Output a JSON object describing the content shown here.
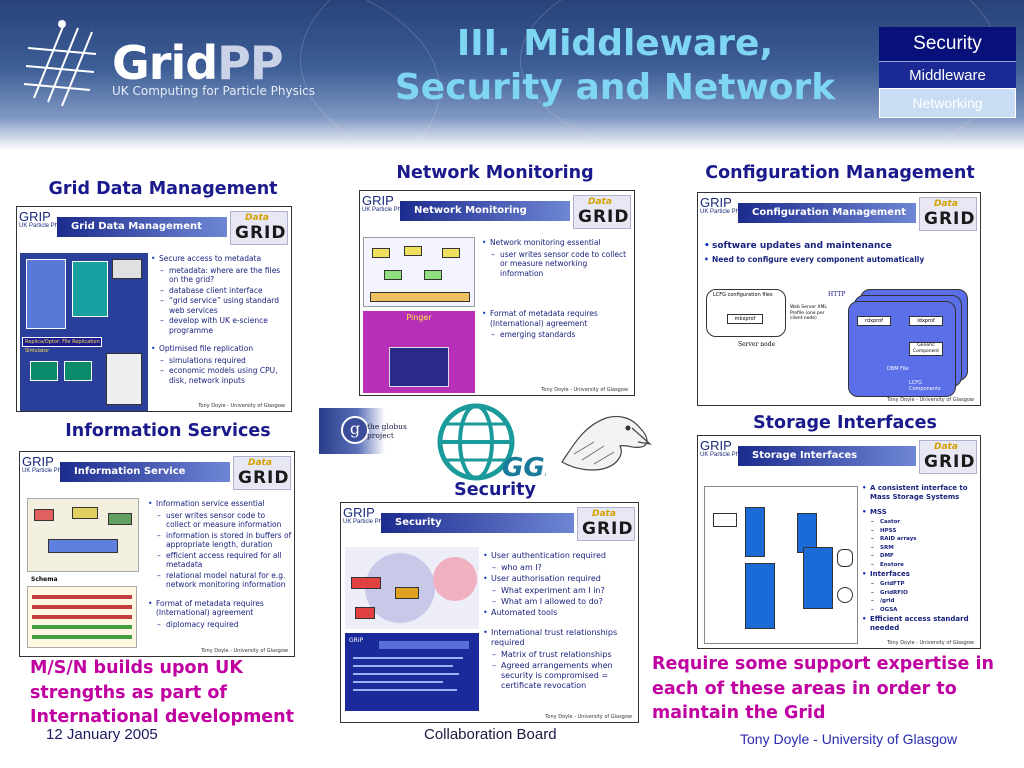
{
  "header": {
    "logo_word_a": "Grid",
    "logo_word_b": "PP",
    "logo_subtitle": "UK Computing for Particle Physics",
    "title_line1": "III. Middleware,",
    "title_line2": "Security and Network"
  },
  "nav": [
    "Security",
    "Middleware",
    "Networking"
  ],
  "sections": {
    "grid_data_management": "Grid Data Management",
    "network_monitoring": "Network Monitoring",
    "configuration_management": "Configuration Management",
    "information_services": "Information Services",
    "storage_interfaces": "Storage Interfaces",
    "security": "Security"
  },
  "slides": {
    "grip": "GRIP",
    "grip_sub": "UK Particle Physics",
    "data": "Data",
    "grid": "GRID",
    "credit": "Tony Doyle - University of Glasgow",
    "gdm": {
      "title": "Grid Data Management",
      "b1": "Secure access to metadata",
      "b1s": [
        "metadata: where are the files on the grid?",
        "database client interface",
        "“grid service” using standard web services",
        "develop with UK e-science programme"
      ],
      "b2": "Optimised file replication",
      "b2s": [
        "simulations required",
        "economic models using CPU, disk, network inputs"
      ],
      "diag": "Replica/Optor: File Replication Simulator"
    },
    "nm": {
      "title": "Network Monitoring",
      "b1": "Network monitoring essential",
      "b1s": [
        "user writes sensor code to collect or measure networking information"
      ],
      "b2": "Format of metadata requires (International) agreement",
      "b2s": [
        "emerging standards"
      ],
      "pinger": "Pinger"
    },
    "cm": {
      "title": "Configuration Management",
      "b1": "software updates and maintenance",
      "b2": "Need to configure every component automatically",
      "cfg": "LCFG configuration files",
      "mkx": "mkxprof",
      "http": "HTTP",
      "web": "Web Server XML Profile (one per client node)",
      "server": "Server node",
      "rdx": "rdxprof",
      "ldx": "ldxprof",
      "generic": "Generic Component",
      "dbm": "DBM File",
      "lcfgc": "LCFG Components"
    },
    "is": {
      "title": "Information Service",
      "b1": "Information service essential",
      "b1s": [
        "user writes sensor code to collect or measure information",
        "information is stored in buffers of appropriate length, duration",
        "efficient access required for all metadata",
        "relational model natural for e.g. network monitoring information"
      ],
      "b2": "Format of metadata requires (International) agreement",
      "b2s": [
        "diplomacy required"
      ],
      "schema": "Schema"
    },
    "si": {
      "title": "Storage Interfaces",
      "b1": "A consistent interface to Mass Storage Systems",
      "mss": "MSS",
      "mss_items": [
        "Castor",
        "HPSS",
        "RAID arrays",
        "SRM",
        "DMF",
        "Enstore"
      ],
      "ifaces": "Interfaces",
      "if_items": [
        "GridFTP",
        "GridRFIO",
        "/grid",
        "OGSA"
      ],
      "b2": "Efficient access standard needed"
    },
    "sec": {
      "title": "Security",
      "b1": "User authentication required",
      "b1s": [
        "who am I?"
      ],
      "b2": "User authorisation required",
      "b2s": [
        "What experiment am I in?",
        "What am I allowed to do?"
      ],
      "b3": "Automated tools",
      "b4": "International trust relationships required",
      "b4s": [
        "Matrix of trust relationships",
        "Agreed arrangements when security is compromised = certificate revocation"
      ]
    }
  },
  "logos": {
    "globus": "the globus project",
    "ggf": "GGF"
  },
  "notes": {
    "left": "M/S/N builds upon UK strengths as part of International development",
    "right": "Require some support expertise in each of these areas in order to maintain the Grid"
  },
  "footer": {
    "date": "12 January 2005",
    "center": "Collaboration Board",
    "author": "Tony Doyle - University of Glasgow"
  }
}
